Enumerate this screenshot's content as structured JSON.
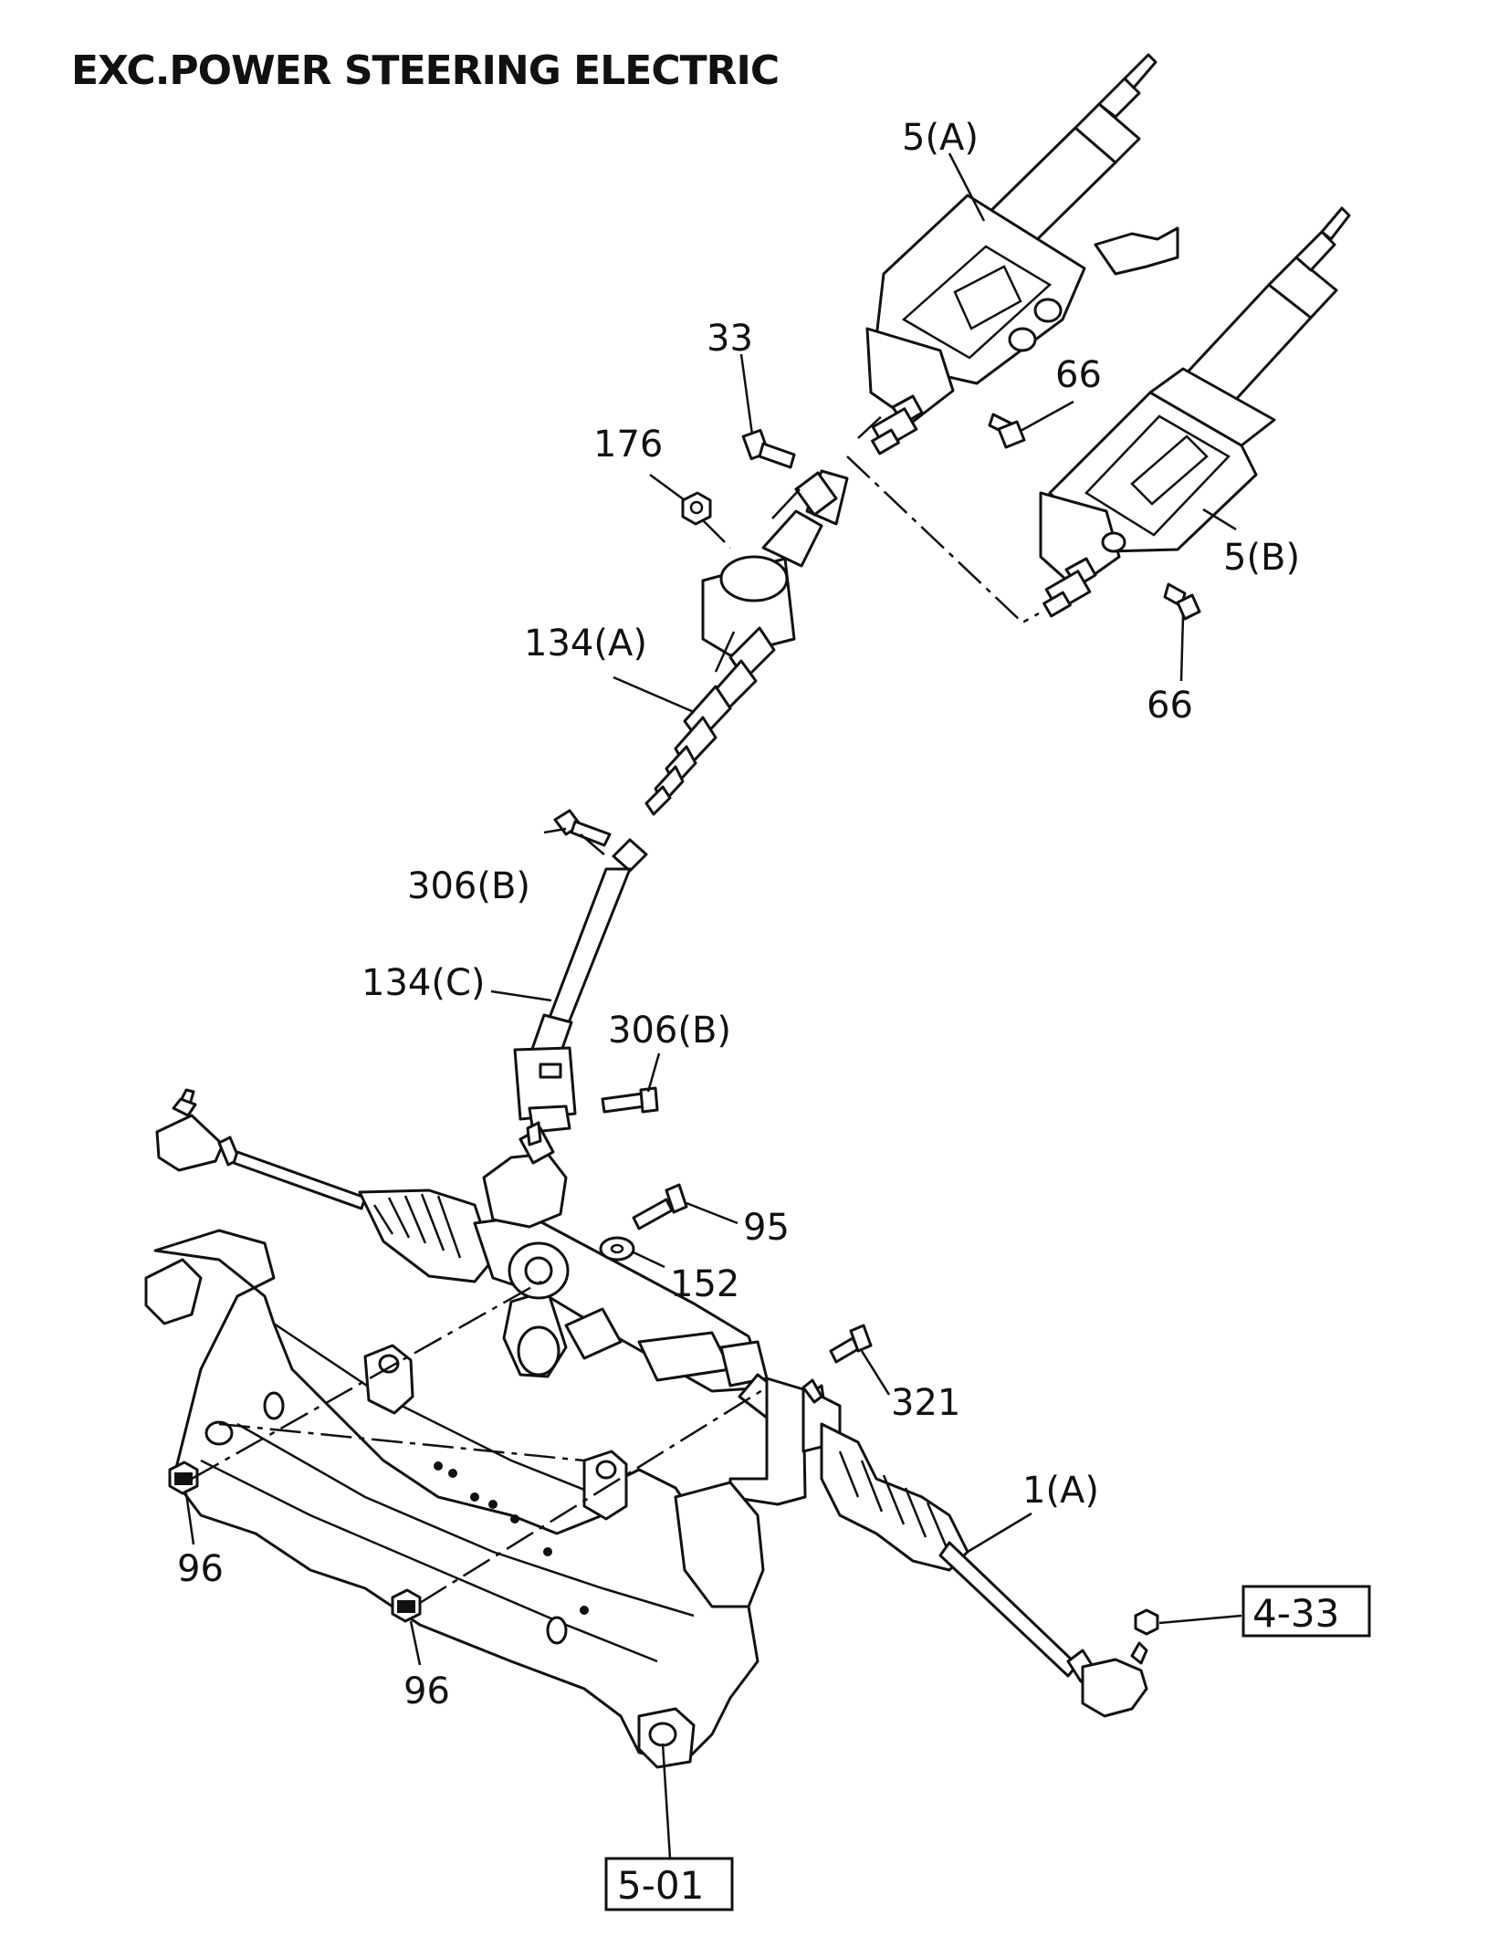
{
  "title": "EXC.POWER STEERING ELECTRIC",
  "callouts": {
    "c_5a": "5(A)",
    "c_5b": "5(B)",
    "c_33": "33",
    "c_66_top": "66",
    "c_66_bottom": "66",
    "c_176": "176",
    "c_134a": "134(A)",
    "c_306b_top": "306(B)",
    "c_134c": "134(C)",
    "c_306b_lower": "306(B)",
    "c_95": "95",
    "c_152": "152",
    "c_321": "321",
    "c_1a": "1(A)",
    "c_96_left": "96",
    "c_96_bottom": "96"
  },
  "references": {
    "ref_433": "4-33",
    "ref_501": "5-01"
  }
}
